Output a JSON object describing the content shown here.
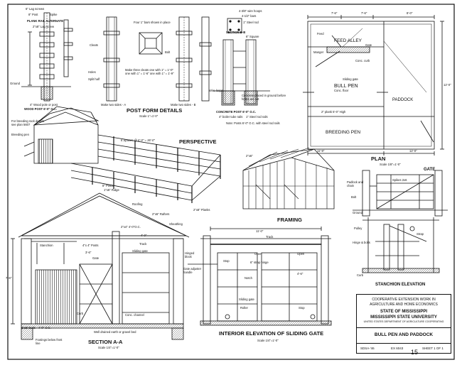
{
  "sheet_number": "15",
  "title_block": {
    "line1": "COOPERATIVE EXTENSION WORK IN",
    "line2": "AGRICULTURE AND HOME ECONOMICS",
    "line3": "STATE OF MISSISSIPPI",
    "line4": "MISSISSIPPI STATE UNIVERSITY",
    "line5": "UNITED STATES DEPARTMENT OF AGRICULTURE COOPERATING",
    "drawing_title": "BULL PEN AND PADDOCK",
    "code": "SDSA-'46",
    "ex_number": "EX 6043",
    "sheet": "SHEET 1 OF 1"
  },
  "views": {
    "plank_rail": {
      "title": "PLANK RAIL ALTERNATE",
      "screws": "6\" Lag screws",
      "post_spike": "8\" Post",
      "spike": "Spike",
      "rail": "2\"x8\" Lag screw",
      "ground": "Ground",
      "post_note": "4\" Wood pole or post",
      "post_title": "WOOD POST 6'-0\" O.C."
    },
    "post_form": {
      "title": "POST FORM DETAILS",
      "scale": "Scale 1\"=1'-0\"",
      "cleats_note": "Four 1\" bars shown in place",
      "cleats": "Cleats",
      "bolt": "Bolt",
      "holes": "Holes",
      "split": "Split half",
      "make_cleats": "Make three cleats one with 1\" = 1'-0\" one with 1\" = 1'-6\" one with 1\" = 1'-9\"",
      "make_a": "Make two sides - A",
      "make_b": "Make two sides - B"
    },
    "concrete_post": {
      "title": "CONCRETE POST 6'-0\" O.C.",
      "section": "SECTION B-B",
      "top": "4-3/8\" wire hoops",
      "bars": "4-1/2\" bars",
      "steel_rod": "1\" Steel rod",
      "squares": "6\" Square",
      "wire_loops": "Wire loops",
      "concrete_note": "Concrete placed in ground before forms are set",
      "boiler": "4\" boiler tube rails",
      "steel": "1\" Steel rod rails",
      "note": "Note: Posts 6'-0\" O.C. with steel rod rails"
    },
    "perspective": {
      "title": "PERSPECTIVE",
      "breeding": "For breeding rack details see plan 5607",
      "breeding_pen": "Breeding pen",
      "spaces": "6 Spaces @ 6'-0\" = 36'-0\"",
      "posts": "8\" Posts",
      "plank": "2\"x8\" Planks"
    },
    "plan": {
      "title": "PLAN",
      "feed": "Feed",
      "feed_alley": "FEED ALLEY",
      "gate": "Gate",
      "manger": "Manger",
      "conc_curb": "Conc. curb",
      "bull_pen": "BULL PEN",
      "conc_floor": "Conc. floor",
      "sliding_gate": "Sliding gate",
      "paddock": "PADDOCK",
      "plank": "2\" plank 5'-0\" High",
      "breeding_pen": "BREEDING PEN",
      "dim_top_a": "7'-6\"",
      "dim_top_b": "7'-6\"",
      "dim_top_c": "8'-0\"",
      "dim_bottom": "11'-9\"",
      "dim_bottom_b": "12'-0\"",
      "dim_side": "12'-0\"",
      "scale": "Scale 1/8\"=1'-0\""
    },
    "framing": {
      "title": "FRAMING",
      "rafter": "2\"x6\""
    },
    "gate": {
      "title": "GATE",
      "padlock": "Padlock and chain",
      "bolt": "Bolt",
      "ground": "Ground",
      "spikes": "Spikes 2x6"
    },
    "stanchion": {
      "title": "STANCHION ELEVATION",
      "pulley": "Pulley",
      "hinge": "Hinge & bolts",
      "curb": "Curb",
      "strap": "Strap"
    },
    "section_aa": {
      "title": "SECTION A-A",
      "scale": "Scale 1/4\"=1'-0\"",
      "ridge": "1\"x6\" Ridge",
      "roofing": "Roofing",
      "rafters": "2\"x6\" Rafters",
      "sheathing": "Sheathing",
      "stanchion": "Stanchion",
      "posts": "4\"x 4\" Posts",
      "gate": "Gate",
      "dim_a": "7'-6\"",
      "dim_b": "3'-6\"",
      "dim_c": "4'-0\"",
      "track": "Track",
      "sliding_gate": "Sliding gate",
      "plate": "2\"x4\" 4'-0\"O.C.",
      "channel": "Conc. channel",
      "curb": "Curb",
      "butts": "2\"x6\" butts - 4'-0\" O.C.",
      "footings": "Footings below frost line",
      "fill": "Well drained earth or gravel bed"
    },
    "interior": {
      "title": "INTERIOR ELEVATION OF SLIDING GATE",
      "scale": "Scale 1/4\"=1'-0\"",
      "track": "Track",
      "open": "Open",
      "open2": "Open",
      "stop": "Stop",
      "hinged": "Hinged block",
      "strap_hinge": "6\" strap hinge",
      "gate_adj": "Gate adjuster handle",
      "roller": "Roller",
      "notch": "Notch",
      "sliding_gate": "Sliding gate",
      "stop2": "Stop",
      "dim": "11'-0\"",
      "dim_b": "4'-6\""
    }
  }
}
